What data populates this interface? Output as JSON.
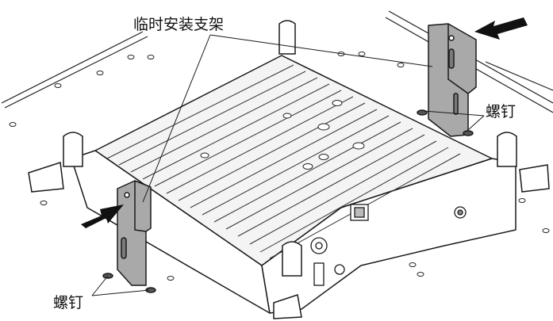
{
  "labels": {
    "bracket": "临时安装支架",
    "screw_right": "螺钉",
    "screw_left": "螺钉"
  },
  "colors": {
    "bracket_fill": "#a9a9a9",
    "outline": "#1a1a1a",
    "body_fill": "#ffffff",
    "fin_fill": "#ececec",
    "arrow_fill": "#111111"
  }
}
